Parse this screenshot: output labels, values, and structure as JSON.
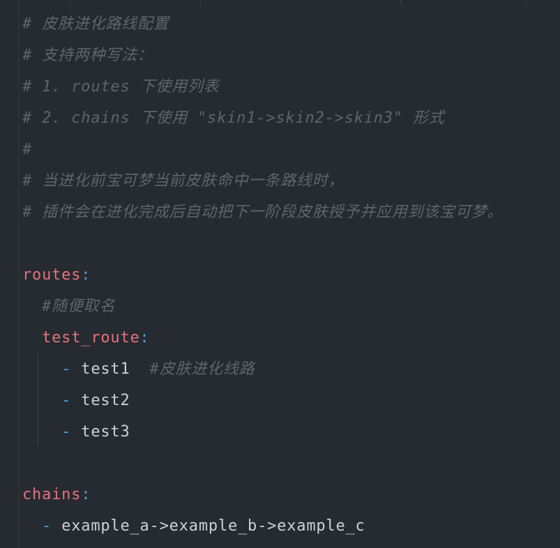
{
  "editor": {
    "comments": [
      "# 皮肤进化路线配置",
      "# 支持两种写法：",
      "# 1. routes 下使用列表",
      "# 2. chains 下使用 \"skin1->skin2->skin3\" 形式",
      "#",
      "# 当进化前宝可梦当前皮肤命中一条路线时，",
      "# 插件会在进化完成后自动把下一阶段皮肤授予并应用到该宝可梦。"
    ],
    "routes_key": "routes",
    "routes_comment": "#随便取名",
    "route_name": "test_route",
    "route_items": [
      "test1",
      "test2",
      "test3"
    ],
    "route_item_comment": "#皮肤进化线路",
    "chains_key": "chains",
    "chain_item": "example_a->example_b->example_c",
    "colon": ":",
    "dash": "-"
  }
}
